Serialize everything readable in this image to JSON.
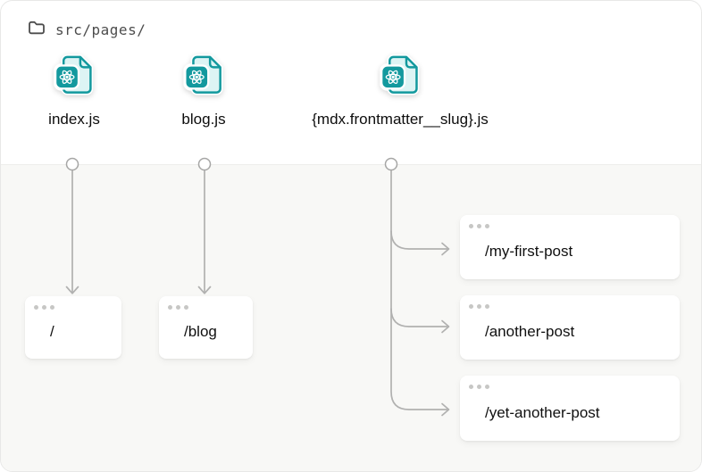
{
  "header": {
    "path_label": "src/pages/",
    "icon": "folder-icon"
  },
  "files": [
    {
      "label": "index.js",
      "icon": "react-file-icon"
    },
    {
      "label": "blog.js",
      "icon": "react-file-icon"
    },
    {
      "label": "{mdx.frontmatter__slug}.js",
      "icon": "react-file-icon"
    }
  ],
  "routes": [
    {
      "label": "/"
    },
    {
      "label": "/blog"
    },
    {
      "label": "/my-first-post"
    },
    {
      "label": "/another-post"
    },
    {
      "label": "/yet-another-post"
    }
  ],
  "colors": {
    "accent_teal": "#13999e",
    "file_fill": "#ddf4f4",
    "connector_gray": "#b1b1b0",
    "lower_background": "#f8f8f6",
    "card_dot_gray": "#c7c7c5"
  }
}
